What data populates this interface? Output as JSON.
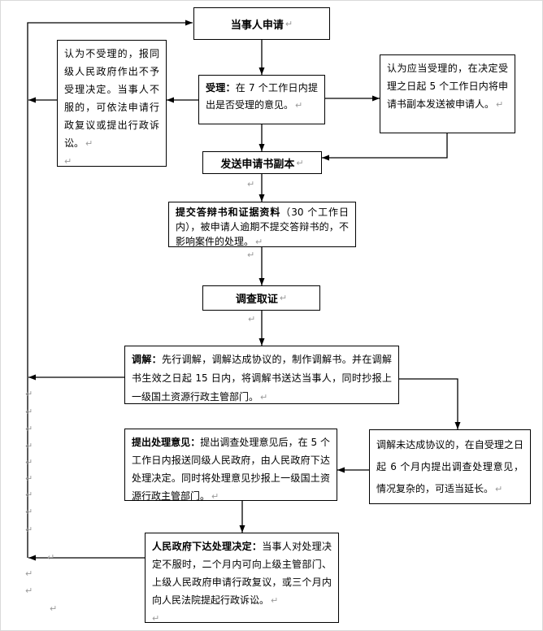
{
  "page": {
    "background": "#ffffff",
    "line_color": "#000000",
    "pilcrow_color": "#9a9a9a",
    "pilcrow_char": "↵"
  },
  "boxes": {
    "apply": {
      "title": "当事人申请"
    },
    "not_accept": {
      "text": "认为不受理的，报同级人民政府作出不予受理决定。当事人不服的，可依法申请行政复议或提出行政诉讼。"
    },
    "accept": {
      "lead": "受理：",
      "text": "在 7 个工作日内提出是否受理的意见。"
    },
    "should_accept": {
      "text": "认为应当受理的，在决定受理之日起 5 个工作日内将申请书副本发送被申请人。"
    },
    "send_copy": {
      "title": "发送申请书副本"
    },
    "defense": {
      "lead": "提交答辩书和证据资料",
      "text": "（30 个工作日内），被申请人逾期不提交答辩书的，不影响案件的处理。"
    },
    "investigate": {
      "title": "调查取证"
    },
    "mediate": {
      "lead": "调解：",
      "text": "先行调解，调解达成协议的，制作调解书。并在调解书生效之日起 15 日内，将调解书送达当事人，同时抄报上一级国土资源行政主管部门。"
    },
    "opinion": {
      "lead": "提出处理意见：",
      "text": "提出调查处理意见后，在 5 个工作日内报送同级人民政府，由人民政府下达处理决定。同时将处理意见抄报上一级国土资源行政主管部门。"
    },
    "no_agreement": {
      "text": "调解未达成协议的，在自受理之日起 6 个月内提出调查处理意见，情况复杂的，可适当延长。"
    },
    "decision": {
      "lead": "人民政府下达处理决定：",
      "text": "当事人对处理决定不服时，二个月内可向上级主管部门、上级人民政府申请行政复议，或三个月内向人民法院提起行政诉讼。"
    }
  }
}
